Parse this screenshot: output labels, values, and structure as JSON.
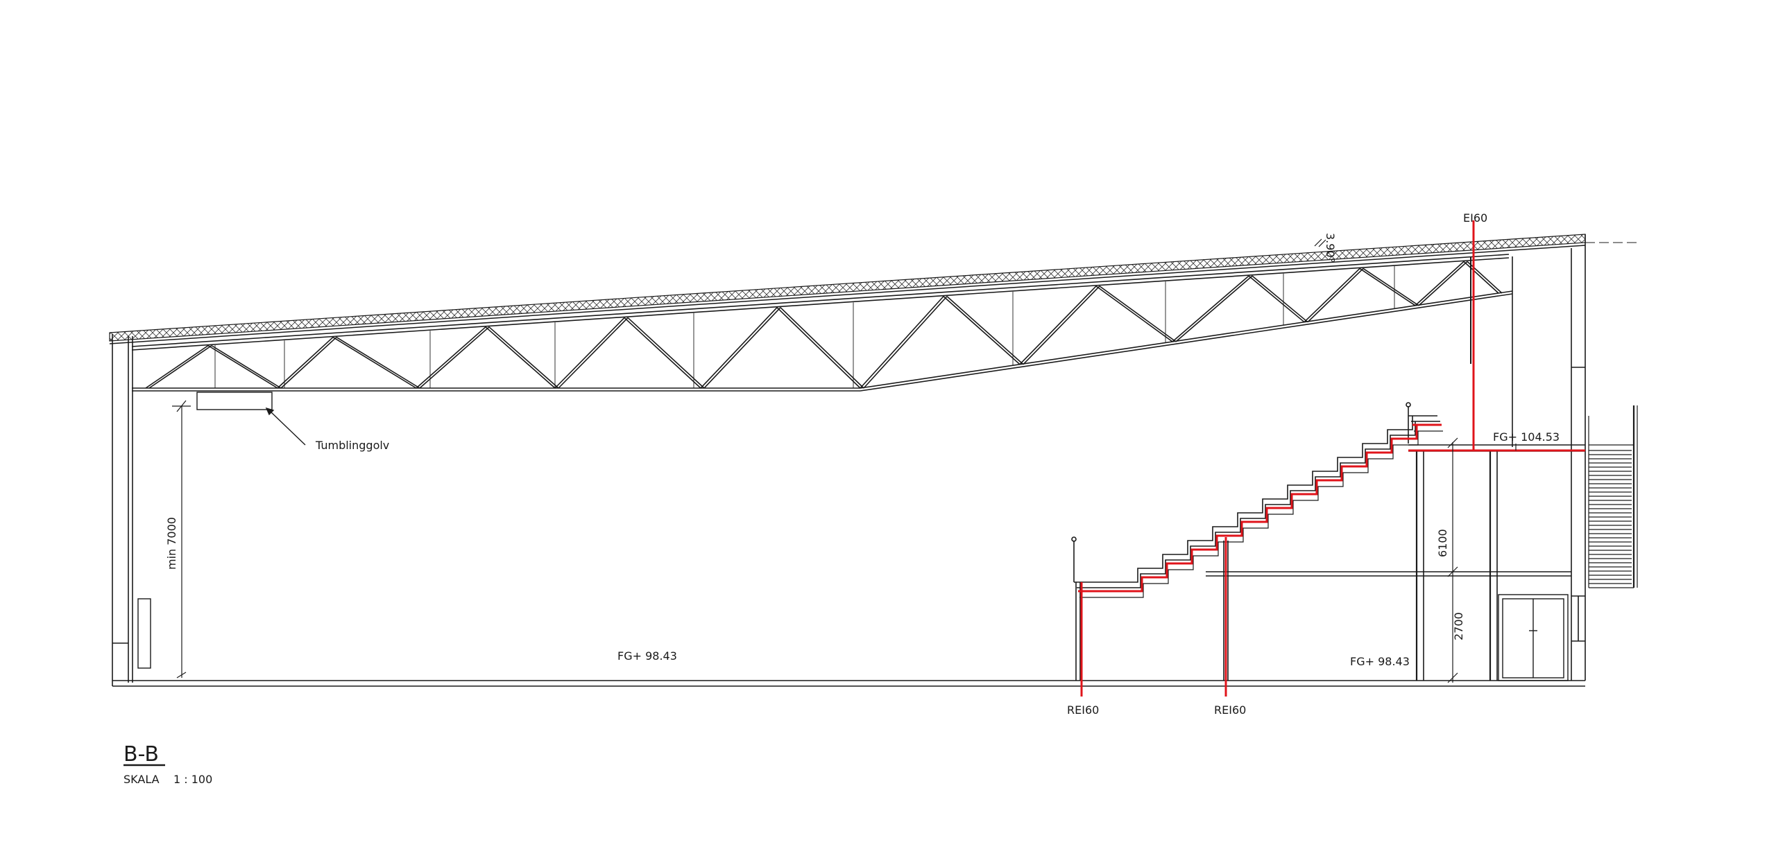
{
  "section": {
    "title": "B-B",
    "scale_label": "SKALA",
    "scale_value": "1 : 100"
  },
  "labels": {
    "roof_pitch": "3.90°",
    "fire_top": "EI60",
    "fire_bottom_1": "REI60",
    "fire_bottom_2": "REI60",
    "floor_level_main": "FG+ 98.43",
    "floor_level_right": "FG+ 98.43",
    "upper_level": "FG+ 104.53",
    "tumbling_floor": "Tumblinggolv",
    "height_min": "min 7000",
    "dim_6100": "6100",
    "dim_2700": "2700"
  },
  "colors": {
    "line": "#1a1a1a",
    "fire_line": "#e0141b",
    "background": "#ffffff"
  }
}
